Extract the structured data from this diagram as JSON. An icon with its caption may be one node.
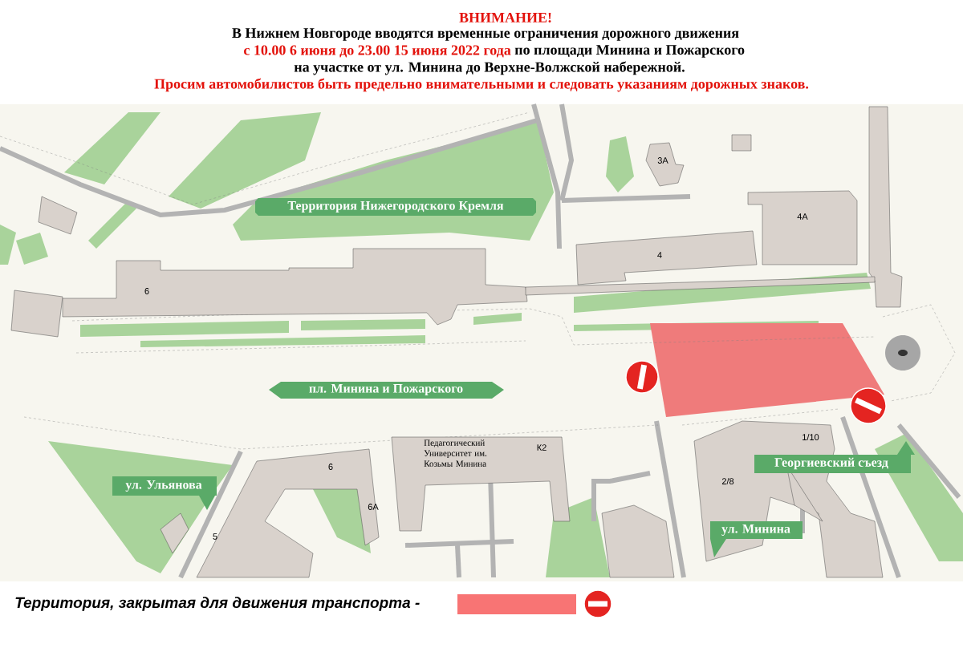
{
  "diagram": {
    "title": "ВНИМАНИЕ!",
    "labels": [
      "В Нижнем Новгороде вводятся временные ограничения дорожного движения",
      "с 10.00 6 июня до 23.00 15 июня 2022 года",
      "по площади Минина и Пожарского",
      "на участке от ул. Минина до Верхне-Волжской набережной.",
      "Просим автомобилистов быть предельно внимательными и следовать указаниям дорожных знаков.",
      "Территория Нижегородского Кремля",
      "3А",
      "4А",
      "4",
      "6",
      "пл. Минина и Пожарского",
      "Педагогический Университет им. Козьмы Минина",
      "К2",
      "1/10",
      "6",
      "2/8",
      "Георгиевский съезд",
      "ул. Ульянова",
      "6А",
      "5",
      "ул. Минина"
    ],
    "legend": [
      {
        "text": "Территория, закрытая для движения транспорта -",
        "color": "#f87474"
      }
    ]
  }
}
